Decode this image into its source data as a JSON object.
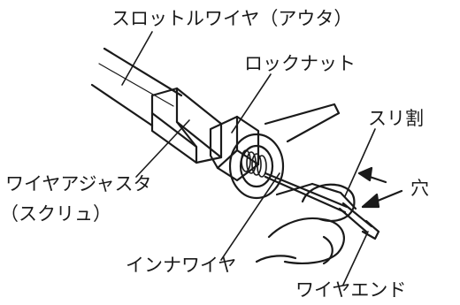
{
  "labels": {
    "throttle_wire_outer": "スロットルワイヤ（アウタ）",
    "lock_nut": "ロックナット",
    "slit": "スリ割",
    "hole": "穴",
    "wire_adjuster_line1": "ワイヤアジャスタ",
    "wire_adjuster_line2": "（スクリュ）",
    "inner_wire": "インナワイヤ",
    "wire_end": "ワイヤエンド"
  },
  "colors": {
    "ink": "#1a1a1a",
    "background": "#ffffff"
  }
}
